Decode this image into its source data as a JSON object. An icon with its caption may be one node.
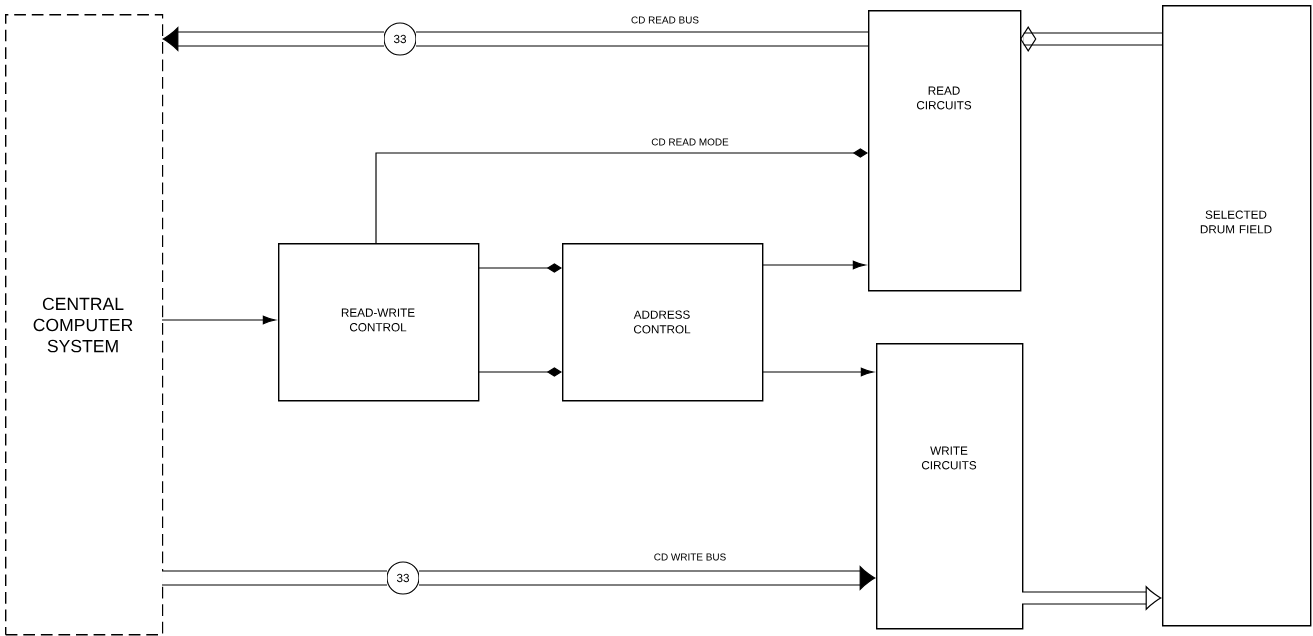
{
  "diagram": {
    "nodes": [
      {
        "text": [
          "CENTRAL COMPUTER SYSTEM"
        ]
      },
      {
        "text": [
          "READ-WRITE CONTROL"
        ]
      },
      {
        "text": [
          "ADDRESS CONTROL"
        ]
      },
      {
        "text": [
          "READ CIRCUITS"
        ]
      },
      {
        "text": [
          "WRITE CIRCUITS"
        ]
      },
      {
        "text": [
          "SELECTED DRUM FIELD"
        ]
      },
      {
        "text": [
          "33"
        ]
      },
      {
        "text": [
          "33"
        ]
      }
    ],
    "edges": [
      {
        "from": 0,
        "to": 1,
        "arrow": "to"
      },
      {
        "from": 1,
        "to": 3,
        "arrow": "other",
        "label": "CD READ MODE"
      },
      {
        "from": 1,
        "to": 2,
        "arrow": "other"
      },
      {
        "from": 1,
        "to": 2,
        "arrow": "other"
      },
      {
        "from": 2,
        "to": 3,
        "arrow": "to"
      },
      {
        "from": 2,
        "to": 4,
        "arrow": "to"
      },
      {
        "from": 3,
        "to": 6,
        "arrow": "none",
        "label": "CD READ BUS",
        "style": "thick"
      },
      {
        "from": 6,
        "to": 0,
        "arrow": "to",
        "style": "thick"
      },
      {
        "from": 5,
        "to": 3,
        "arrow": "other",
        "style": "thick"
      },
      {
        "from": 0,
        "to": 7,
        "arrow": "none",
        "style": "thick"
      },
      {
        "from": 7,
        "to": 4,
        "arrow": "to",
        "label": "CD WRITE BUS",
        "style": "thick"
      },
      {
        "from": 4,
        "to": 5,
        "arrow": "to",
        "style": "thick"
      }
    ]
  }
}
